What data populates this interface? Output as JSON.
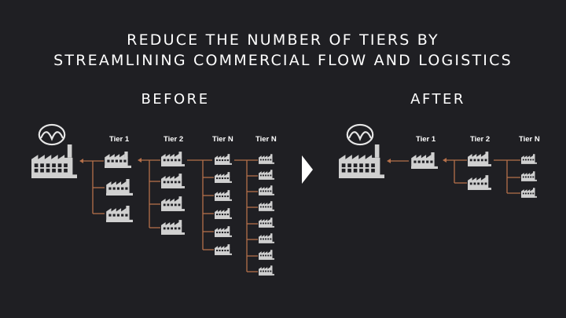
{
  "title": {
    "line1": "REDUCE THE NUMBER OF TIERS BY",
    "line2": "STREAMLINING COMMERCIAL FLOW AND LOGISTICS"
  },
  "before": {
    "label": "BEFORE",
    "tiers": [
      "Tier 1",
      "Tier 2",
      "Tier N",
      "Tier N"
    ],
    "counts": [
      3,
      4,
      6,
      8
    ]
  },
  "after": {
    "label": "AFTER",
    "tiers": [
      "Tier 1",
      "Tier 2",
      "Tier N"
    ],
    "counts": [
      1,
      2,
      3
    ]
  },
  "icons": {
    "logo": "mazda-logo-icon",
    "main_factory": "main-factory-icon",
    "supplier_factory": "factory-icon",
    "arrow": "arrow-left-icon",
    "transition": "play-triangle-icon"
  },
  "colors": {
    "background": "#1f1f23",
    "factory": "#d0d0d0",
    "connector": "#b5704a",
    "text": "#ffffff"
  }
}
